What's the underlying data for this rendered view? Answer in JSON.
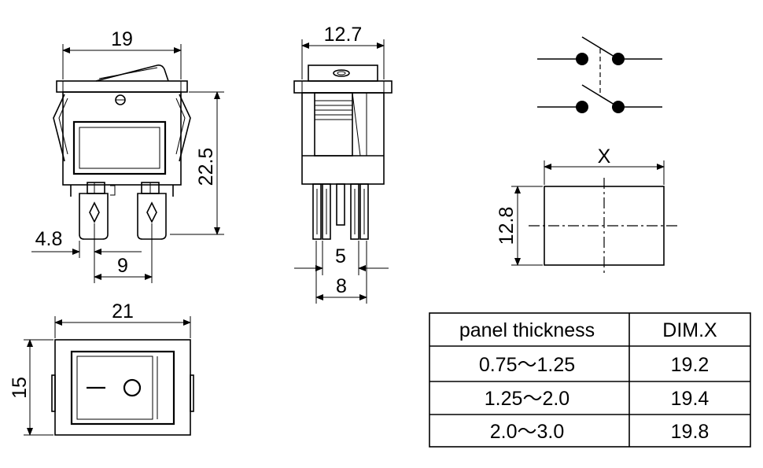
{
  "dimensions": {
    "front_width": "19",
    "front_height": "22.5",
    "terminal_offset": "4.8",
    "terminal_pitch": "9",
    "side_width": "12.7",
    "pin_pitch_inner": "5",
    "pin_pitch_outer": "8",
    "cutout_width": "X",
    "cutout_height": "12.8",
    "top_width": "21",
    "top_height": "15"
  },
  "table": {
    "headers": [
      "panel thickness",
      "DIM.X"
    ],
    "rows": [
      [
        "0.75～1.25",
        "19.2"
      ],
      [
        "1.25～2.0",
        "19.4"
      ],
      [
        "2.0～3.0",
        "19.8"
      ]
    ]
  }
}
